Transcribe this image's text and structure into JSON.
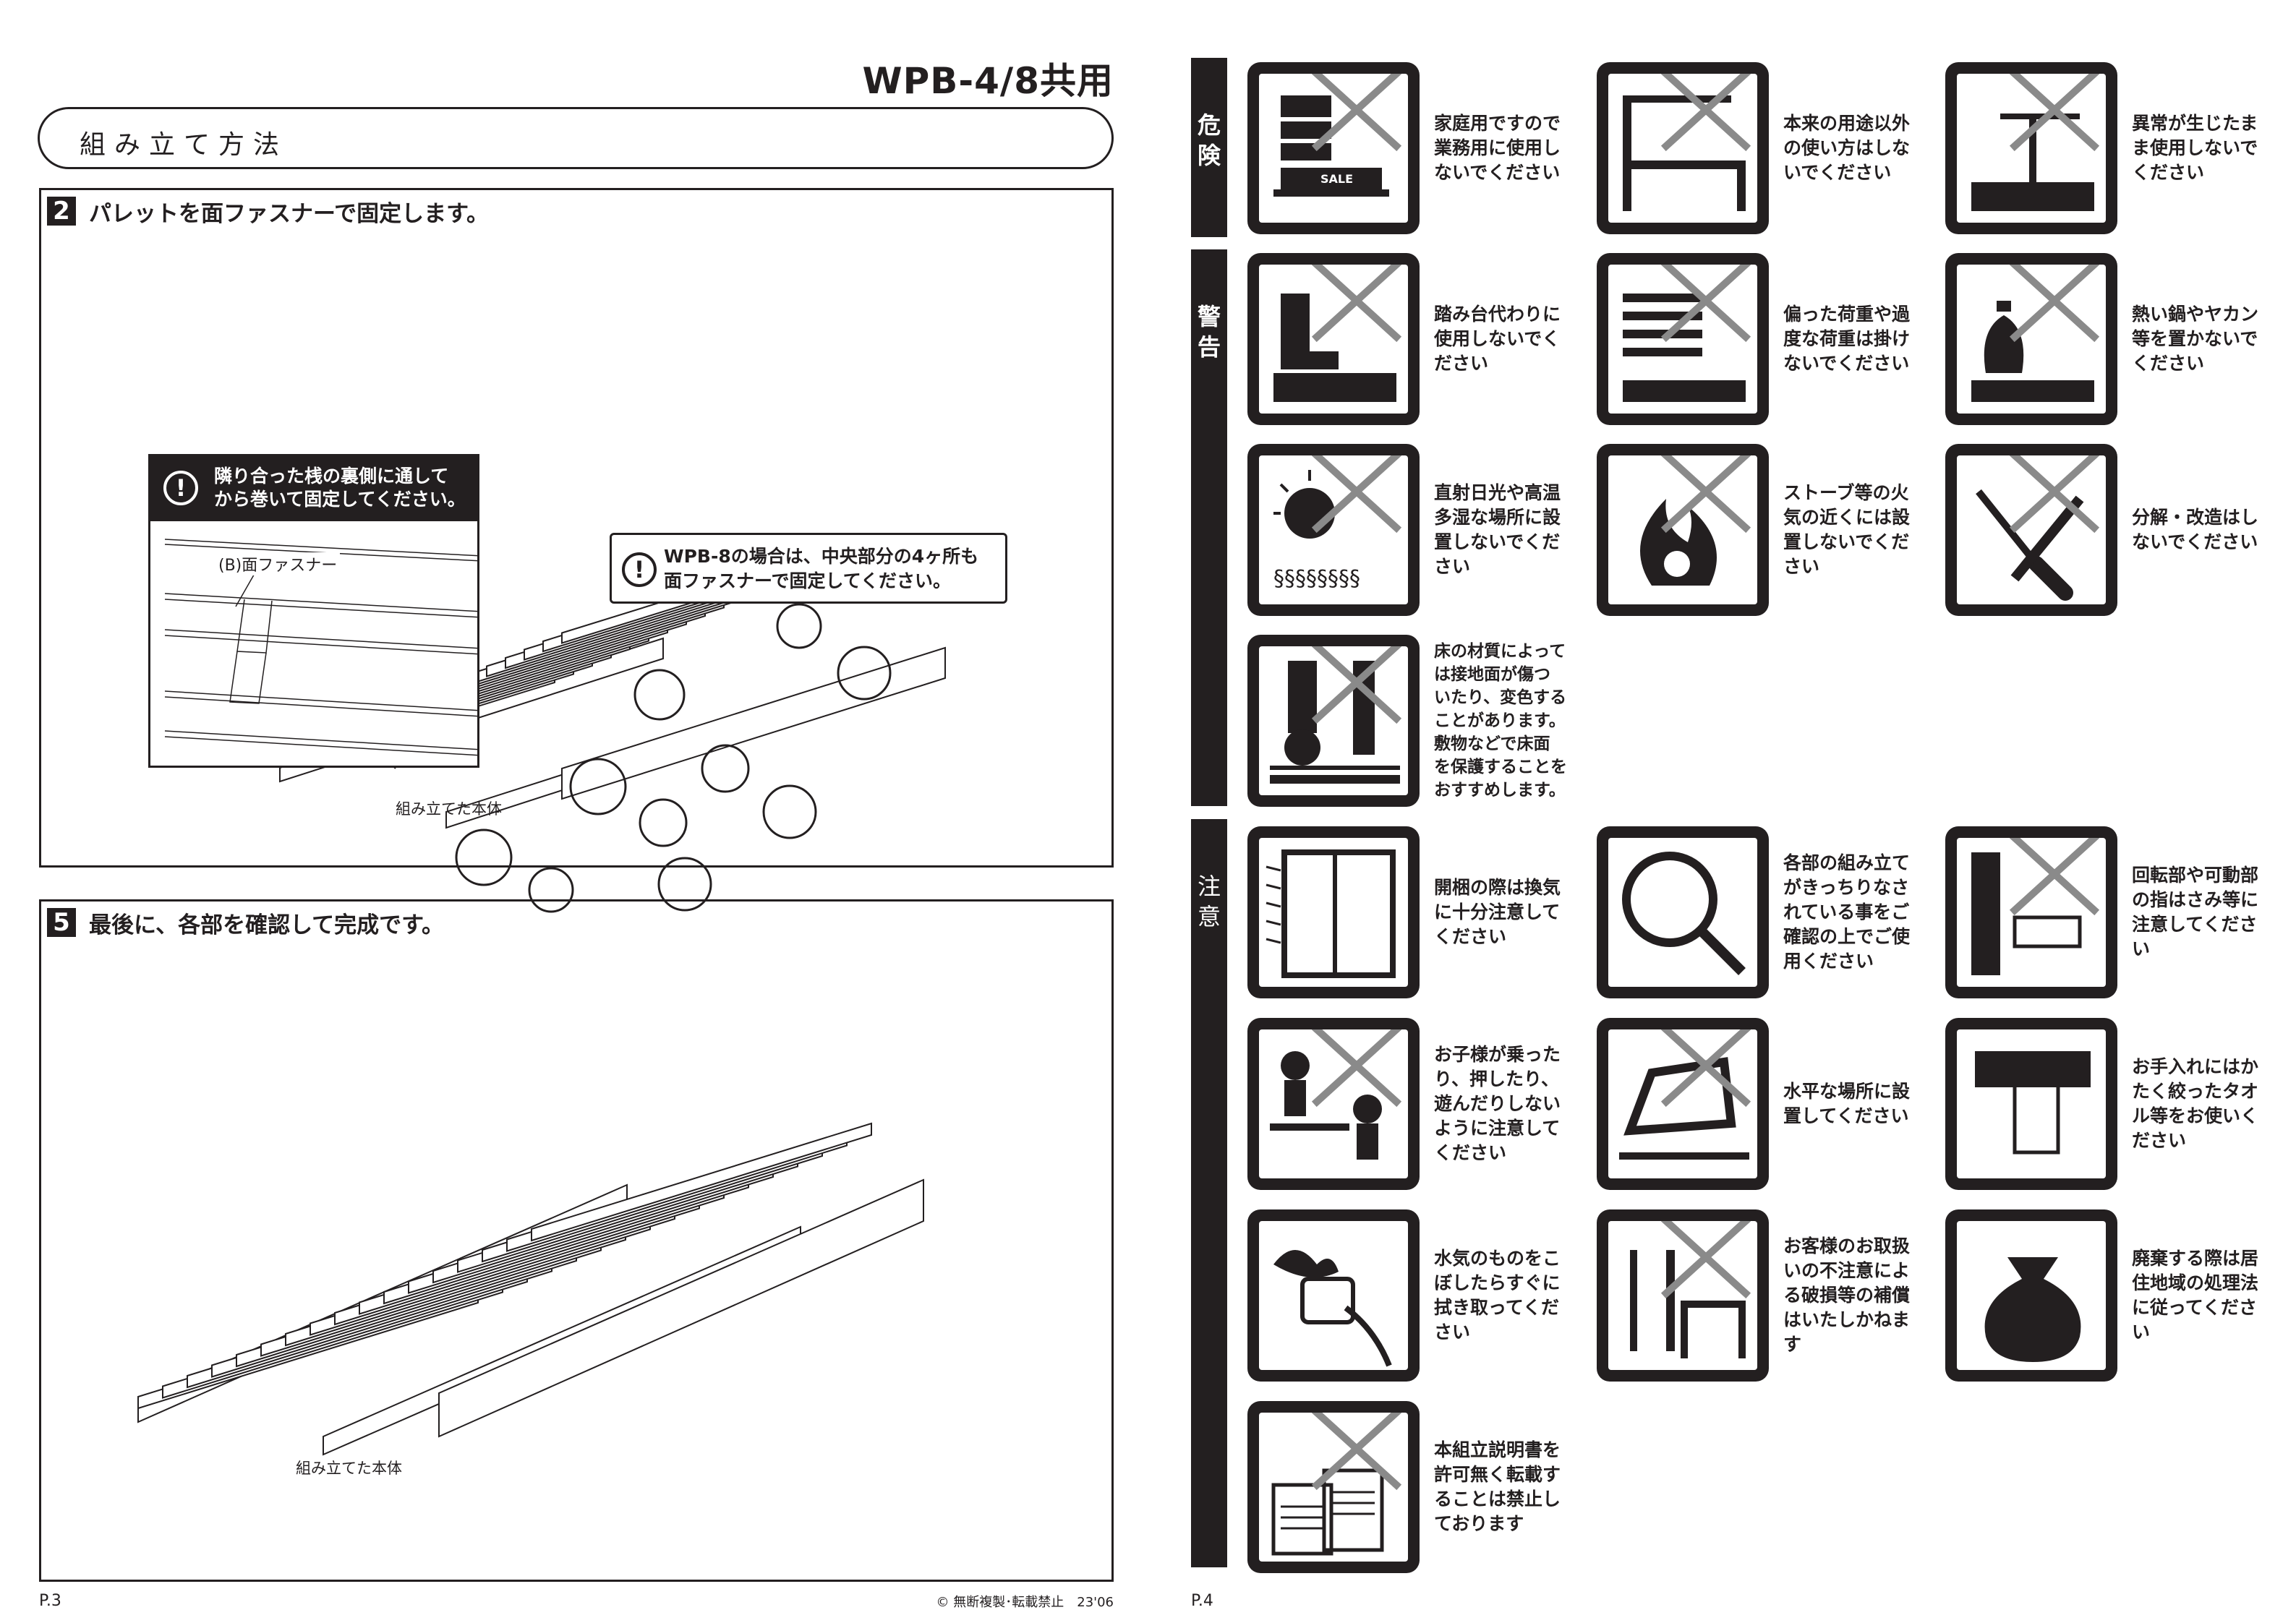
{
  "page3": {
    "model_title": "WPB-4/8共用",
    "section_title": "組み立て方法",
    "step2": {
      "number": "2",
      "text": "パレットを面ファスナーで固定します。",
      "callout_title": "隣り合った桟の裏側に通して\nから巻いて固定してください。",
      "fastener_label": "(B)面ファスナー",
      "wpb8_note": "WPB-8の場合は、中央部分の4ヶ所も\n面ファスナーで固定してください。",
      "body_caption": "組み立てた本体"
    },
    "step5": {
      "number": "5",
      "text": "最後に、各部を確認して完成です。",
      "body_caption": "組み立てた本体"
    },
    "page_number": "P.3",
    "copyright": "© 無断複製･転載禁止　23'06"
  },
  "page4": {
    "page_number": "P.4",
    "levels": {
      "danger": [
        "危",
        "険"
      ],
      "warning": [
        "警",
        "告"
      ],
      "caution": [
        "注",
        "意"
      ]
    },
    "danger_items": [
      {
        "icon": "sale-shelf-icon",
        "text": "家庭用ですので\n業務用に使用し\nないでください"
      },
      {
        "icon": "wrong-use-frame-icon",
        "text": "本来の用途以外\nの使い方はしな\nいでください"
      },
      {
        "icon": "abnormal-sign-icon",
        "text": "異常が生じたま\nま使用しないで\nください"
      }
    ],
    "warning_items": [
      {
        "icon": "boot-step-icon",
        "text": "踏み台代わりに\n使用しないでく\nださい"
      },
      {
        "icon": "uneven-load-icon",
        "text": "偏った荷重や過\n度な荷重は掛け\nないでください"
      },
      {
        "icon": "hot-kettle-icon",
        "text": "熱い鍋やヤカン\n等を置かないで\nください"
      },
      {
        "icon": "sun-humidity-icon",
        "text": "直射日光や高温\n多湿な場所に設\n置しないでくだ\nさい"
      },
      {
        "icon": "fire-stove-icon",
        "text": "ストーブ等の火\n気の近くには設\n置しないでくだ\nさい"
      },
      {
        "icon": "tools-disassembly-icon",
        "text": "分解・改造はし\nないでください"
      },
      {
        "icon": "floor-damage-icon",
        "text": "床の材質によって\nは接地面が傷つ\nいたり、変色する\nことがあります。\n敷物などで床面\nを保護することを\nおすすめします。"
      }
    ],
    "caution_items": [
      {
        "icon": "ventilation-window-icon",
        "text": "開梱の際は換気\nに十分注意して\nください"
      },
      {
        "icon": "magnifier-check-icon",
        "text": "各部の組み立て\nがきっちりなさ\nれている事をご\n確認の上でご使\n用ください"
      },
      {
        "icon": "finger-pinch-icon",
        "text": "回転部や可動部\nの指はさみ等に\n注意してくださ\nい"
      },
      {
        "icon": "children-play-icon",
        "text": "お子様が乗った\nり、押したり、\n遊んだりしない\nように注意して\nください"
      },
      {
        "icon": "level-surface-icon",
        "text": "水平な場所に設\n置してください"
      },
      {
        "icon": "cleaning-towel-icon",
        "text": "お手入れにはか\nたく絞ったタオ\nル等をお使いく\nださい"
      },
      {
        "icon": "wipe-water-icon",
        "text": "水気のものをこ\nぼしたらすぐに\n拭き取ってくだ\nさい"
      },
      {
        "icon": "customer-damage-icon",
        "text": "お客様のお取扱\nいの不注意によ\nる破損等の補償\nはいたしかねま\nす"
      },
      {
        "icon": "disposal-bag-icon",
        "text": "廃棄する際は居\n住地域の処理法\nに従ってくださ\nい"
      },
      {
        "icon": "no-reprint-icon",
        "text": "本組立説明書を\n許可無く転載す\nることは禁止し\nております"
      }
    ]
  }
}
